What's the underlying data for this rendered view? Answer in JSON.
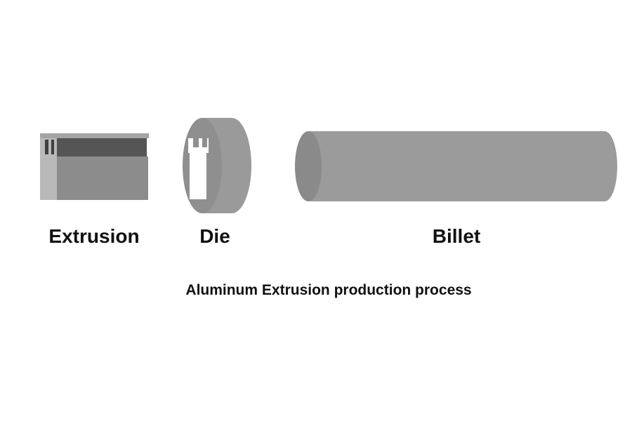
{
  "diagram": {
    "parts": [
      {
        "id": "extrusion",
        "label": "Extrusion"
      },
      {
        "id": "die",
        "label": "Die"
      },
      {
        "id": "billet",
        "label": "Billet"
      }
    ],
    "caption": "Aluminum Extrusion production process"
  },
  "colors": {
    "background": "#ffffff",
    "text": "#111111",
    "metal_light": "#b8b8b8",
    "metal_mid": "#999999",
    "metal_body": "#8c8c8c",
    "metal_dark": "#555555",
    "die_opening": "#ffffff"
  }
}
